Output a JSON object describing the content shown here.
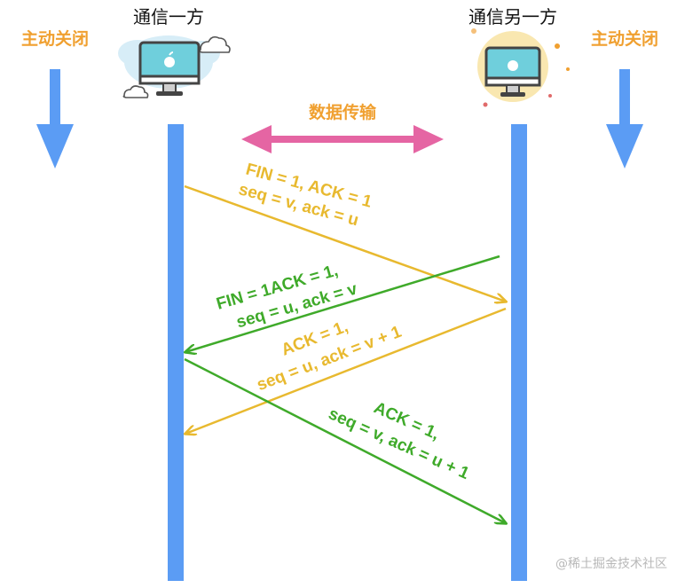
{
  "parties": {
    "left": "通信一方",
    "right": "通信另一方"
  },
  "close_labels": {
    "left": "主动关闭",
    "right": "主动关闭"
  },
  "data_transfer": "数据传输",
  "messages": [
    {
      "lines": [
        "FIN = 1, ACK = 1",
        "seq = v, ack = u"
      ],
      "color": "#e8b92f",
      "direction": "left-to-right"
    },
    {
      "lines": [
        "FIN = 1ACK = 1,",
        "seq = u, ack = v"
      ],
      "color": "#3faa2a",
      "direction": "right-to-left"
    },
    {
      "lines": [
        "ACK = 1,",
        "seq = u, ack = v + 1"
      ],
      "color": "#e8b92f",
      "direction": "right-to-left"
    },
    {
      "lines": [
        "ACK = 1,",
        "seq = v, ack = u + 1"
      ],
      "color": "#3faa2a",
      "direction": "left-to-right"
    }
  ],
  "colors": {
    "lifeline": "#5b9cf4",
    "close_label": "#f0a030",
    "close_arrow": "#5b9cf4",
    "data_arrow": "#e565a3",
    "yellow": "#e8b92f",
    "green": "#3faa2a"
  },
  "icons": {
    "left": "computer-cloud-icon",
    "right": "computer-sun-icon"
  },
  "watermark": "@稀土掘金技术社区"
}
